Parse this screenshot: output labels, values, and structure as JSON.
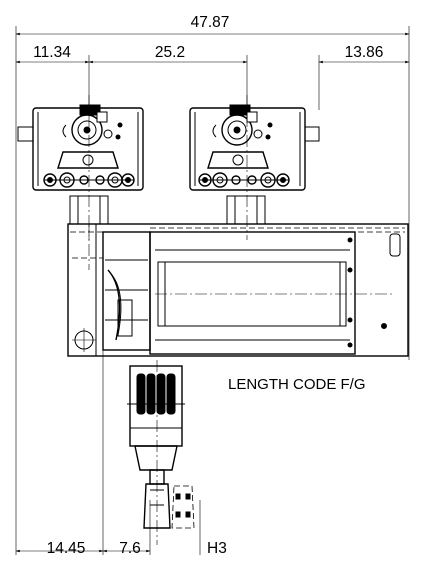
{
  "dimensions": {
    "overall_width": "47.87",
    "left_offset": "11.34",
    "trolley_spacing": "25.2",
    "right_offset": "13.86",
    "bottom_left": "14.45",
    "bottom_hook": "7.6",
    "bottom_height": "H3"
  },
  "labels": {
    "length_code": "LENGTH CODE F/G"
  }
}
